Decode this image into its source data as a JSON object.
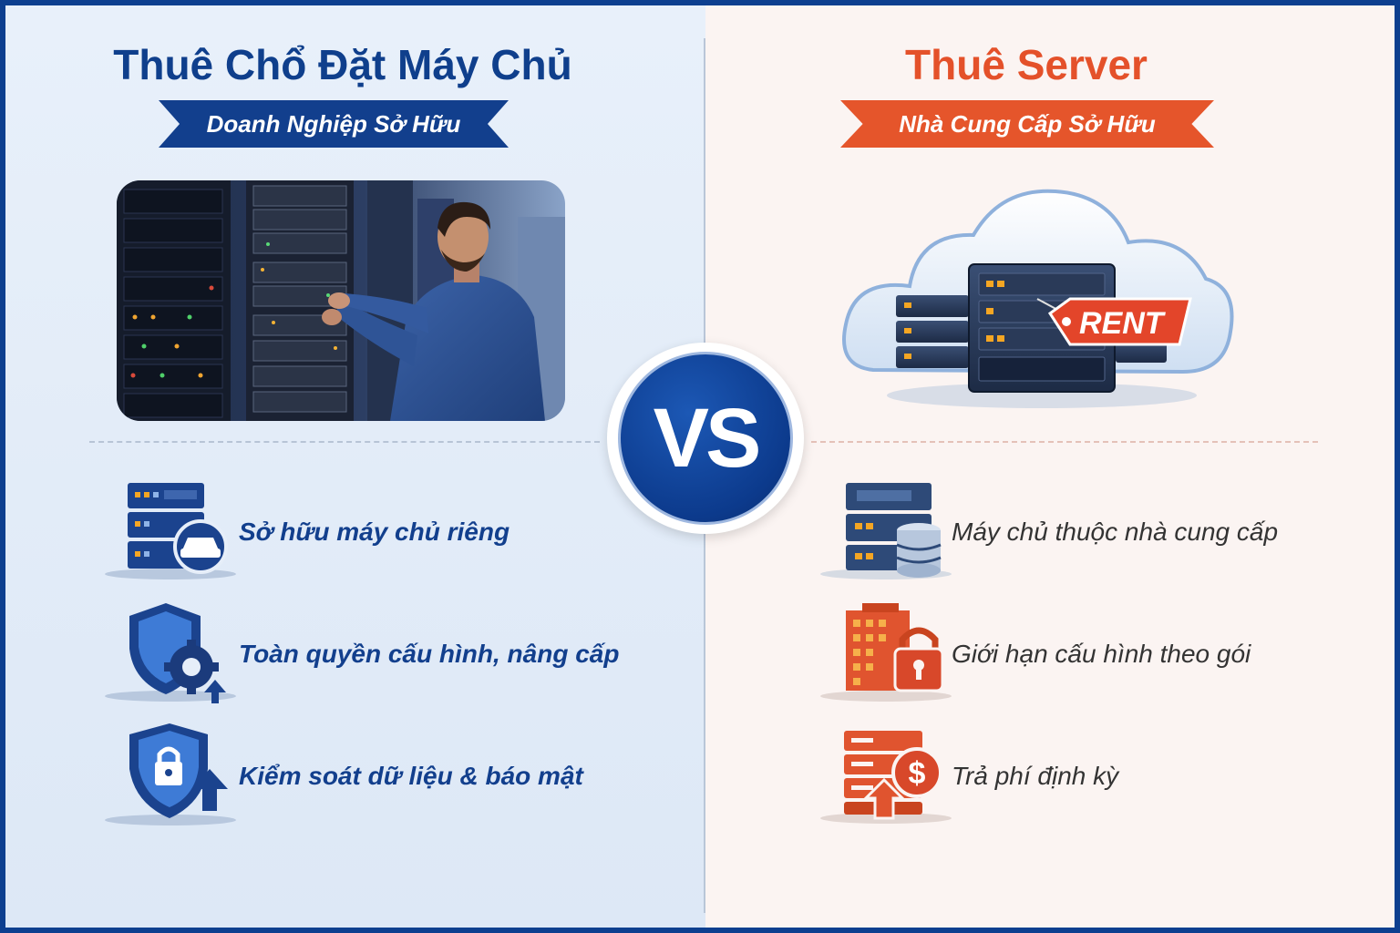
{
  "left": {
    "title": "Thuê Chổ Đặt Máy Chủ",
    "ribbon": "Doanh Nghiệp Sở Hữu",
    "features": [
      {
        "label": "Sở hữu máy chủ riêng",
        "icon": "server-car-icon"
      },
      {
        "label": "Toàn quyền cấu hình, nâng cấp",
        "icon": "shield-gear-upgrade-icon"
      },
      {
        "label": "Kiểm soát dữ liệu & báo mật",
        "icon": "shield-lock-upgrade-icon"
      }
    ]
  },
  "right": {
    "title": "Thuê Server",
    "ribbon": "Nhà Cung Cấp Sở Hữu",
    "rent_tag": "RENT",
    "features": [
      {
        "label": "Máy chủ thuộc nhà cung cấp",
        "icon": "server-database-icon"
      },
      {
        "label": "Giới hạn cấu hình theo gói",
        "icon": "building-lock-icon"
      },
      {
        "label": "Trả phí định kỳ",
        "icon": "server-dollar-icon"
      }
    ]
  },
  "vs": "VS",
  "colors": {
    "left_accent": "#123f8d",
    "right_accent": "#e5552b"
  }
}
